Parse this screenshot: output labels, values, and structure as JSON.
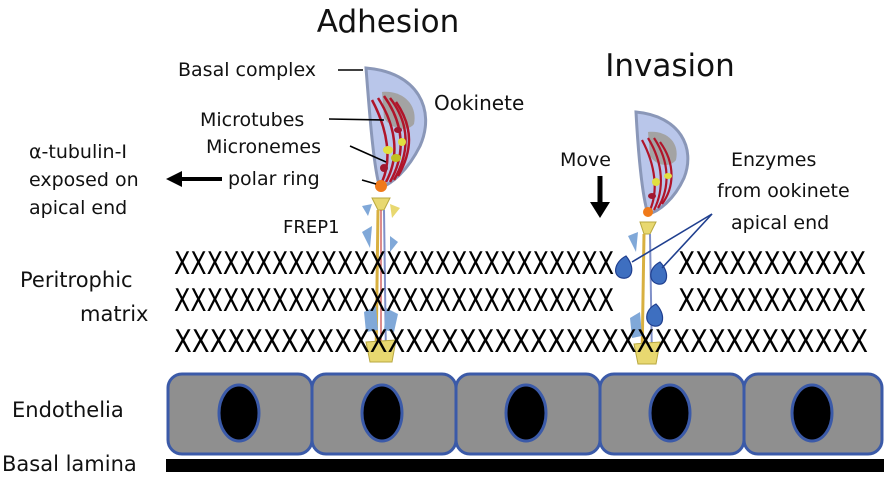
{
  "labels": {
    "adhesion": "Adhesion",
    "invasion": "Invasion",
    "basal_complex": "Basal complex",
    "ookinete": "Ookinete",
    "microtubes": "Microtubes",
    "micronemes": "Micronemes",
    "polar_ring": "polar ring",
    "tubulin_line1": "α-tubulin-I",
    "tubulin_line2": "exposed on",
    "tubulin_line3": "apical end",
    "frep1": "FREP1",
    "move": "Move",
    "enzymes_line1": "Enzymes",
    "enzymes_line2": "from ookinete",
    "enzymes_line3": "apical end",
    "peritrophic_line1": "Peritrophic",
    "peritrophic_line2": "matrix",
    "endothelia": "Endothelia",
    "basal_lamina": "Basal lamina"
  },
  "matrix_rows": {
    "row1_left": "XXXXXXXXXXXXXXXXXXXXXXXXXXX",
    "row1_right": "XXXXXXXXXXX",
    "row2_left": "XXXXXXXXXXXXXXXXXXXXXXXXXXX",
    "row2_right": "XXXXXXXXXXX",
    "row3_left": "XXXXXXXXXXXXXXXXXXXXXXXXXXXXXXXXXXXXXXX"
  },
  "colors": {
    "ookinete_fill": "#b9c6ea",
    "ookinete_outline": "#8a97b8",
    "nucleus_gray": "#a3a3a3",
    "microtubule_red": "#b0152a",
    "polar_ring_orange": "#f07a1a",
    "cell_fill": "#8f8f8f",
    "cell_border": "#3b5aa8",
    "enzyme_blue": "#3e6fc0"
  }
}
